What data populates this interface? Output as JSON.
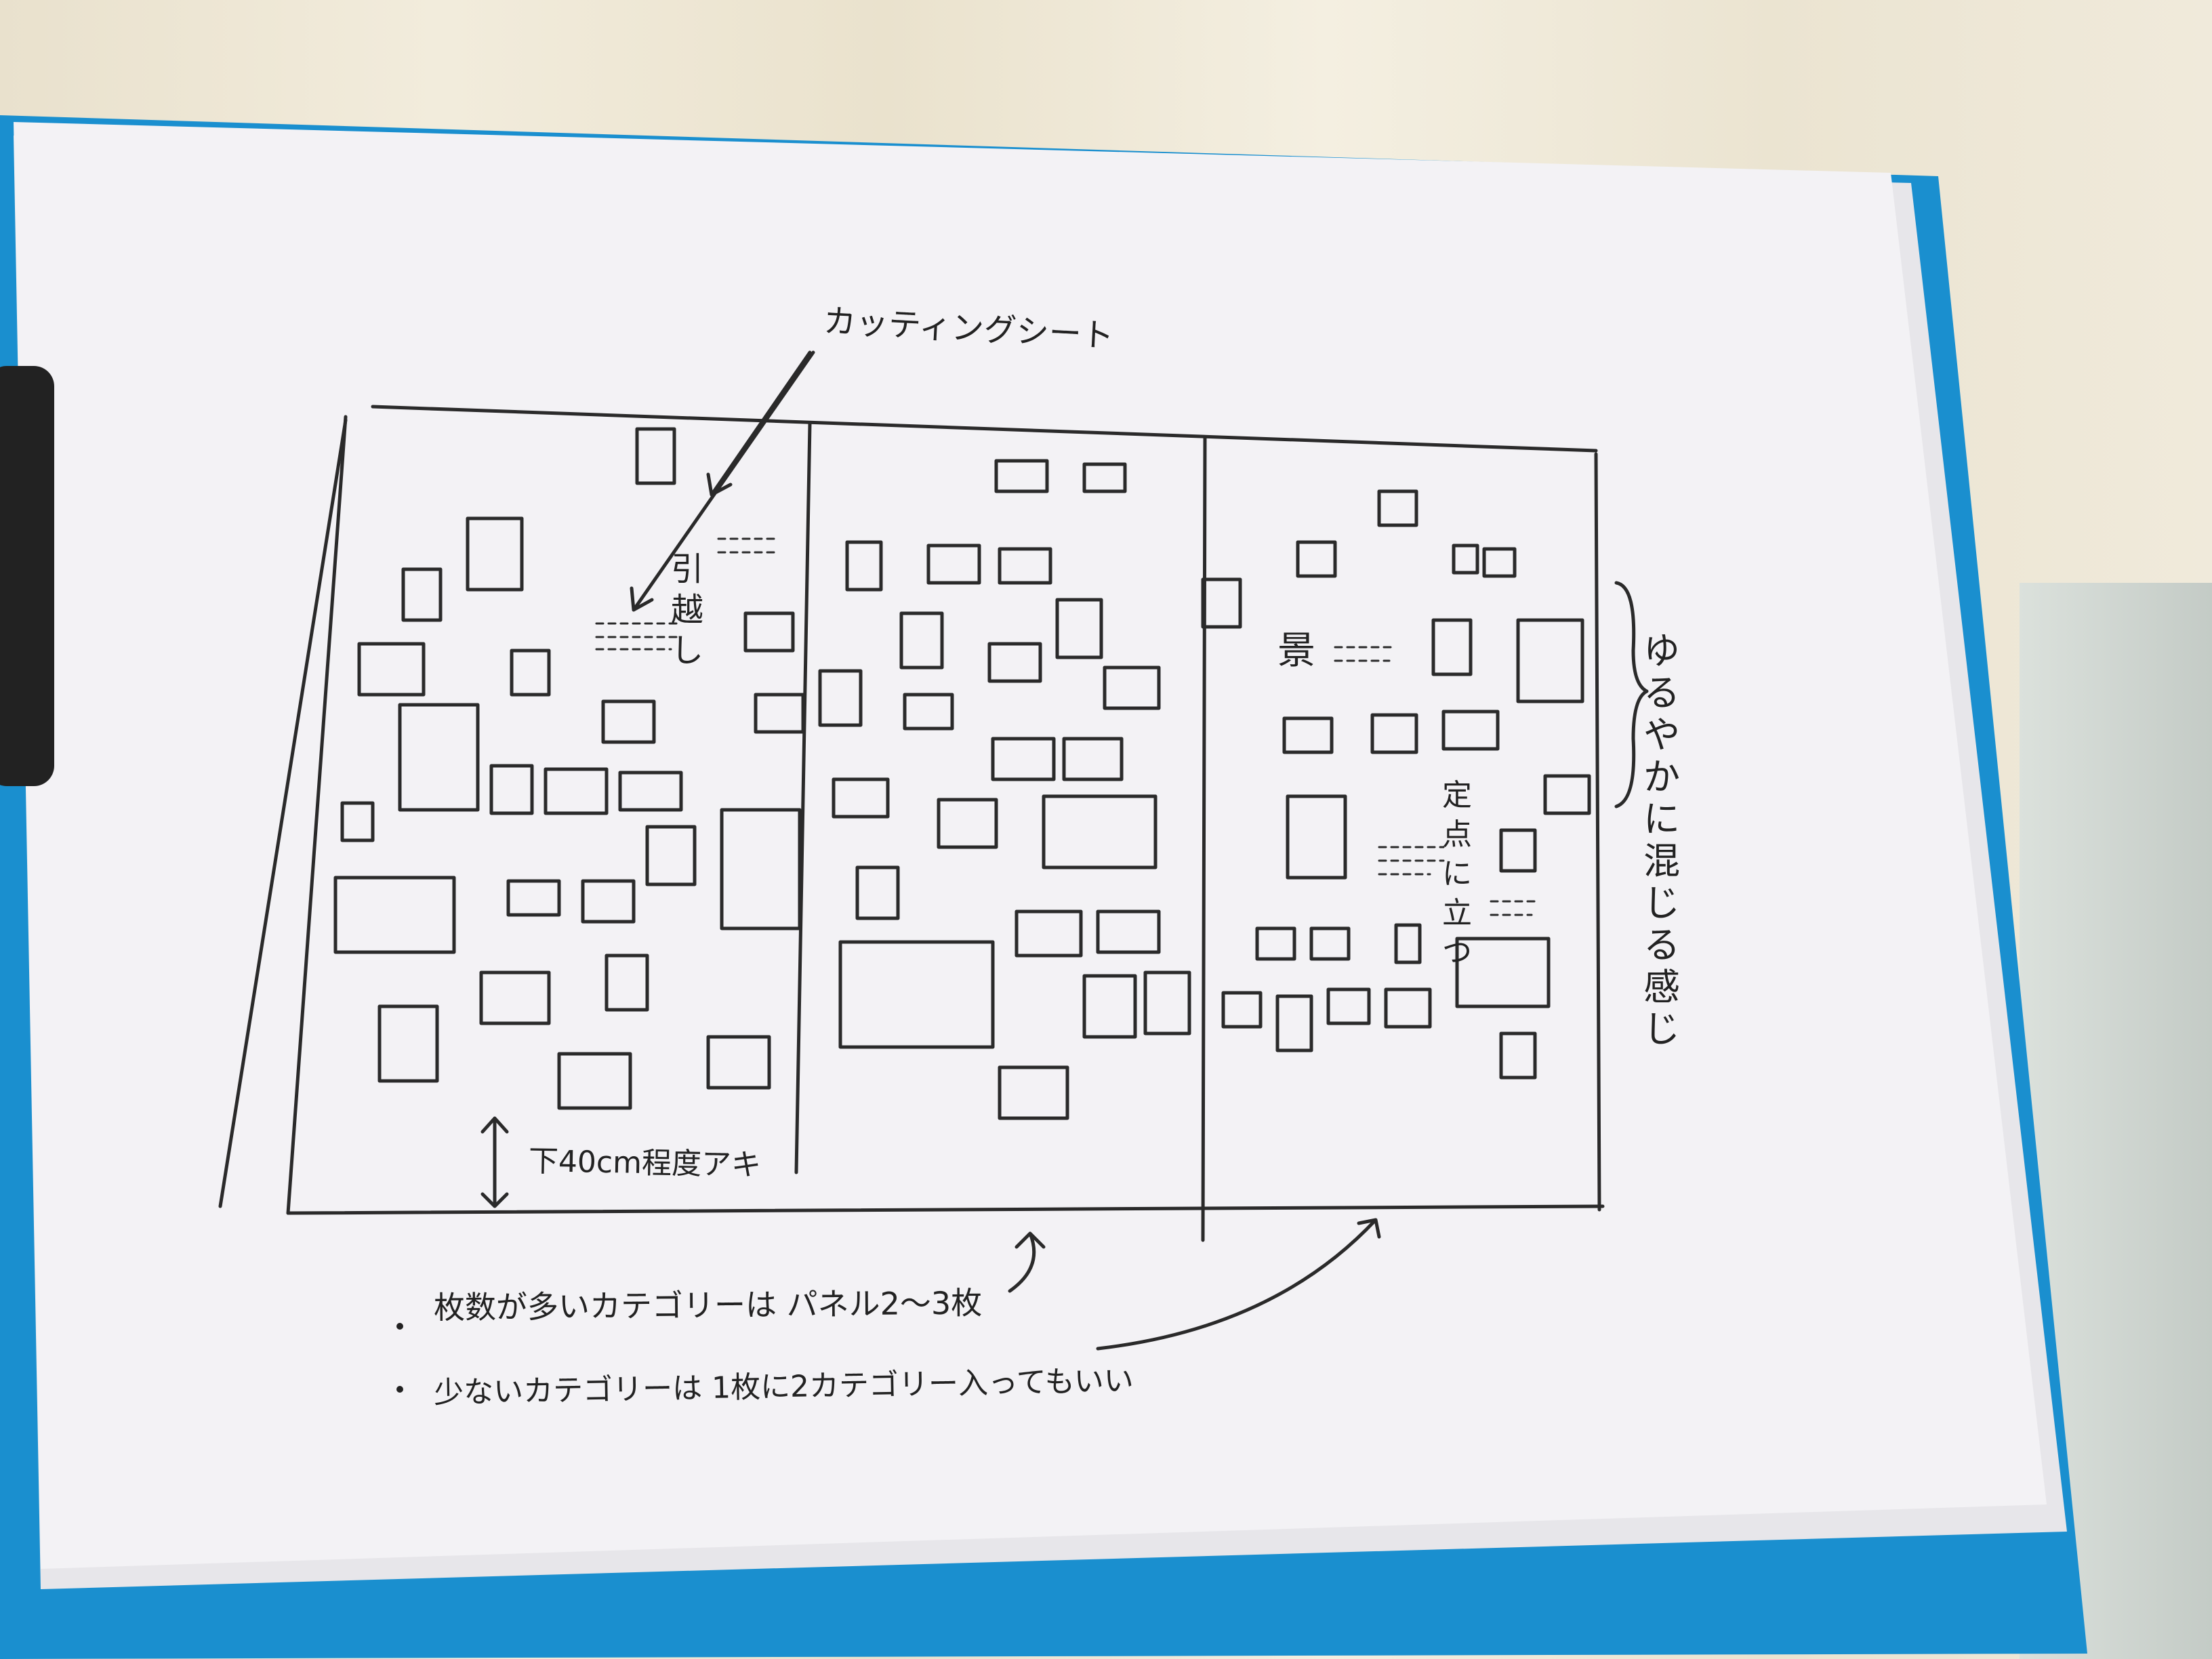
{
  "sketch": {
    "label_cutting_sheet": "カッティングシート",
    "label_ibu": "引越し",
    "label_bottom_gap": "下40cm程度アキ",
    "label_fixed_point": "定点に立つ",
    "label_pic": "景",
    "label_side": "ゆるやかに混じる感じ",
    "notes": [
      "枚数が多いカテゴリーは パネル2〜3枚",
      "少ないカテゴリーは 1枚に2カテゴリー入ってもいい"
    ]
  },
  "colors": {
    "paper": "#f4f3f6",
    "clipboard": "#1a8fcf",
    "ink": "#222222",
    "curtain": "#efe8d6"
  }
}
